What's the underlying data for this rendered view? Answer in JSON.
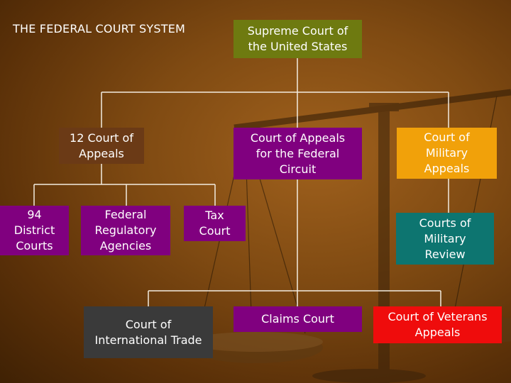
{
  "title": "THE FEDERAL COURT SYSTEM",
  "colors": {
    "supreme": "#6e7a10",
    "appeals": "#6b3a16",
    "federal_circuit": "#80007f",
    "military_appeals": "#f1a10a",
    "district": "#80007f",
    "regulatory": "#80007f",
    "tax": "#80007f",
    "military_review": "#0d7570",
    "international_trade": "#3a3a3a",
    "claims": "#80007f",
    "veterans": "#ef0c0c"
  },
  "nodes": {
    "supreme": "Supreme Court of\nthe United States",
    "appeals": "12 Court of\nAppeals",
    "federal_circuit": "Court of Appeals\nfor the Federal\nCircuit",
    "military_appeals": "Court of\nMilitary\nAppeals",
    "district": "94\nDistrict\nCourts",
    "regulatory": "Federal\nRegulatory\nAgencies",
    "tax": "Tax\nCourt",
    "military_review": "Courts of\nMilitary\nReview",
    "international_trade": "Court of\nInternational Trade",
    "claims": "Claims Court",
    "veterans": "Court of Veterans\nAppeals"
  }
}
